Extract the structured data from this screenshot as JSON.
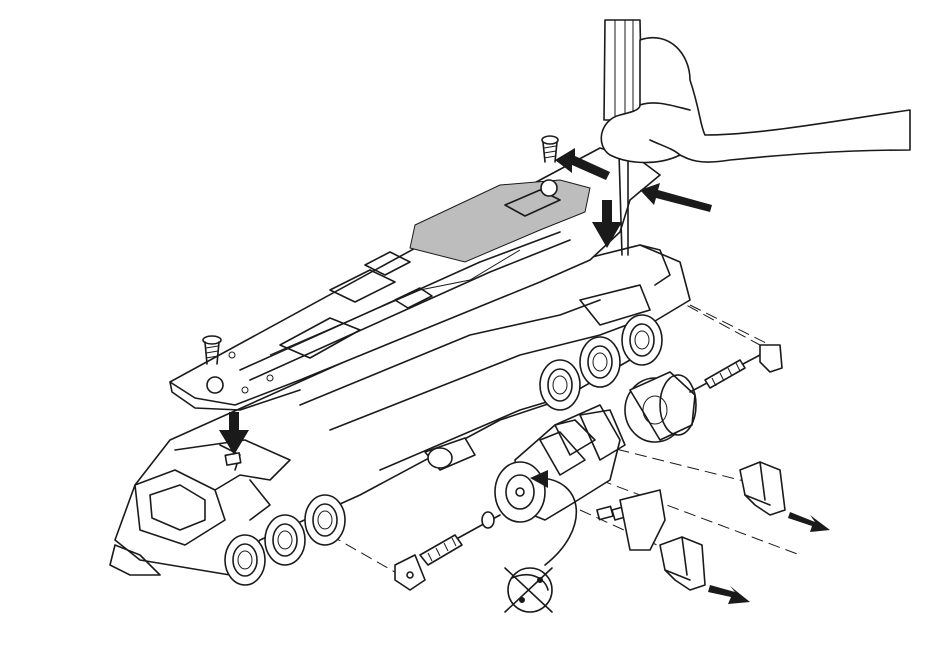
{
  "diagram": {
    "type": "exploded assembly illustration",
    "colors": {
      "line": "#1a1a1a",
      "background": "#ffffff",
      "board_highlight": "#bdbdbd"
    },
    "parts": [
      {
        "id": "screwdriver",
        "icon": "screwdriver-icon"
      },
      {
        "id": "hand",
        "icon": "hand-icon"
      },
      {
        "id": "circuit-board",
        "icon": "circuit-board-icon"
      },
      {
        "id": "chassis",
        "icon": "locomotive-chassis-icon"
      },
      {
        "id": "motor",
        "icon": "motor-icon"
      },
      {
        "id": "flywheel",
        "icon": "flywheel-icon"
      },
      {
        "id": "worm-shaft-front",
        "icon": "worm-shaft-icon"
      },
      {
        "id": "worm-shaft-rear",
        "icon": "worm-shaft-icon"
      },
      {
        "id": "motor-clips",
        "icon": "clip-icon"
      },
      {
        "id": "prohibited-rotation",
        "icon": "crossed-out-circle-icon"
      }
    ]
  }
}
